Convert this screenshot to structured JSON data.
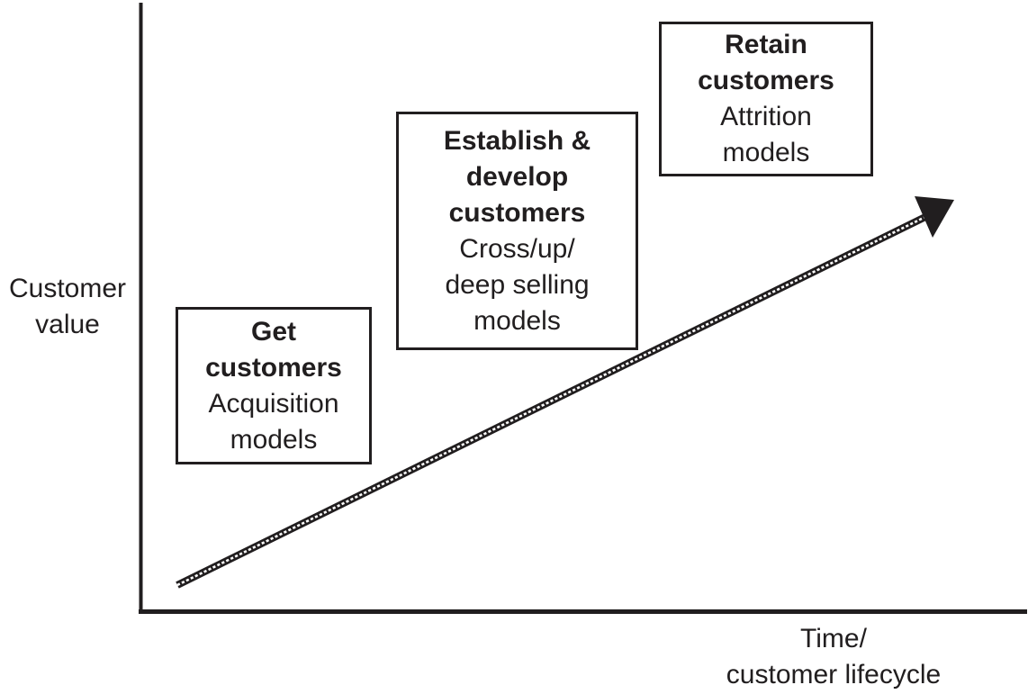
{
  "canvas": {
    "background_color": "#ffffff",
    "ink_color": "#211e1f"
  },
  "axes": {
    "y_label": "Customer\nvalue",
    "x_label": "Time/\ncustomer lifecycle"
  },
  "boxes": [
    {
      "id": "get-customers",
      "title": "Get\ncustomers",
      "subtitle": "Acquisition\nmodels"
    },
    {
      "id": "establish-develop-customers",
      "title": "Establish &\ndevelop\ncustomers",
      "subtitle": "Cross/up/\ndeep selling\nmodels"
    },
    {
      "id": "retain-customers",
      "title": "Retain\ncustomers",
      "subtitle": "Attrition\nmodels"
    }
  ]
}
